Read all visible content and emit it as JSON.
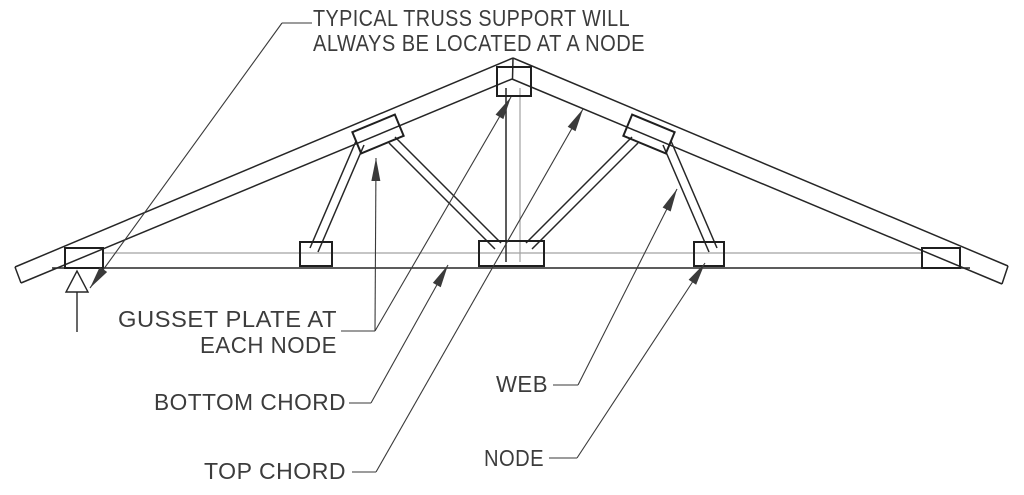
{
  "diagram": {
    "title_line1": "TYPICAL TRUSS SUPPORT WILL",
    "title_line2": "ALWAYS BE LOCATED AT A NODE",
    "labels": {
      "gusset_line1": "GUSSET PLATE AT",
      "gusset_line2": "EACH NODE",
      "bottom_chord": "BOTTOM CHORD",
      "top_chord": "TOP CHORD",
      "web": "WEB",
      "node": "NODE"
    },
    "colors": {
      "line": "#262626",
      "leader": "#3a3a3a",
      "text": "#3c3c3c",
      "thin_line": "#a2a2a2",
      "plate": "#1f1f1f",
      "background": "#ffffff"
    }
  }
}
